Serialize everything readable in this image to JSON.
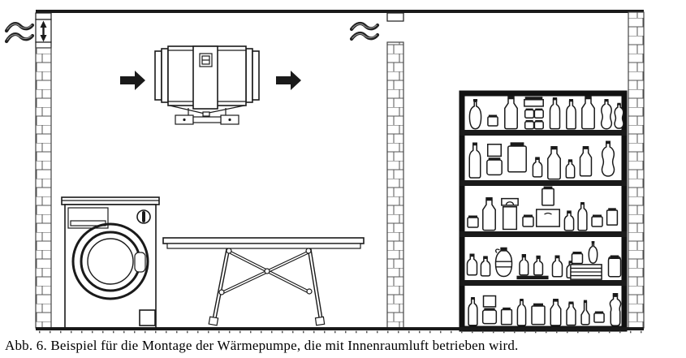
{
  "figure": {
    "caption": "Abb. 6. Beispiel für die Montage der Wärmepumpe, die mit Innenraumluft betrieben wird.",
    "colors": {
      "line": "#1a1a1a",
      "background": "#ffffff"
    },
    "icons": {
      "outside_air": "air-wave-icon",
      "transfer_air": "air-wave-icon",
      "wall_vent": "vertical-double-arrow-icon",
      "airflow_in": "right-block-arrow-icon",
      "airflow_out": "right-block-arrow-icon"
    },
    "components": [
      "exterior-brick-wall-left-with-vent",
      "ceiling",
      "wall-mounted-heat-pump-unit",
      "airflow-arrow-inlet",
      "airflow-arrow-outlet",
      "interior-brick-wall-with-air-opening",
      "washing-machine",
      "folding-table",
      "storage-shelf-with-bottles-and-jars",
      "exterior-brick-wall-right",
      "floor"
    ]
  }
}
